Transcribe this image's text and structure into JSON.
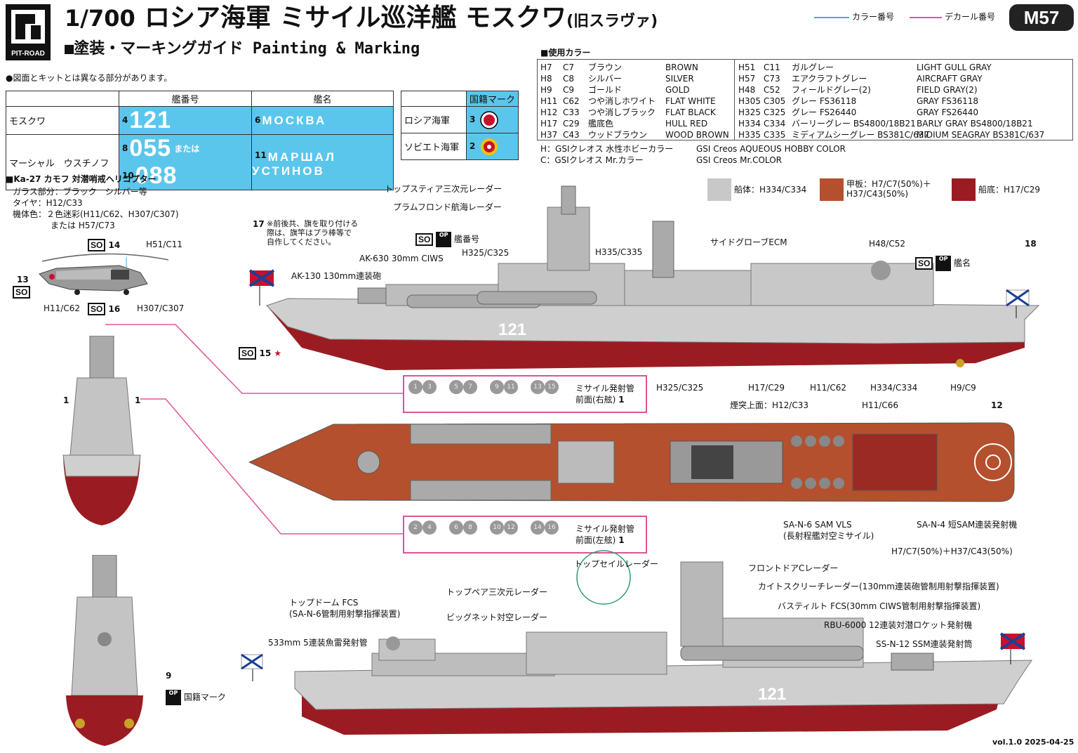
{
  "brand": {
    "logo_text": "PIT-ROAD",
    "logo_mark": "PIT"
  },
  "header": {
    "scale": "1/700",
    "title": "ロシア海軍 ミサイル巡洋艦 モスクワ",
    "title_sub": "(旧スラヴァ)",
    "guide": "■塗装・マーキングガイド Painting & Marking",
    "note": "●図面とキットとは異なる部分があります。",
    "model_code": "M57",
    "legend_color_label": "カラー番号",
    "legend_decal_label": "デカール番号",
    "legend_color_hex": "#3aaee0",
    "legend_decal_hex": "#e0559b"
  },
  "hull_table": {
    "col_ship": "艦番号",
    "col_name": "艦名",
    "rows": [
      {
        "label": "モスクワ",
        "num_idx": "4",
        "num": "121",
        "or": "",
        "num2_idx": "",
        "num2": "",
        "name_idx": "6",
        "name": "МОСКВА"
      },
      {
        "label": "マーシャル　ウスチノフ",
        "num_idx": "8",
        "num": "055",
        "or": "または",
        "num2_idx": "10",
        "num2": "088",
        "name_idx": "11",
        "name": "МАРШАЛ　УСТИНОВ"
      }
    ]
  },
  "nation_table": {
    "header": "国籍マーク",
    "rows": [
      {
        "label": "ロシア海軍",
        "idx": "3"
      },
      {
        "label": "ソビエト海軍",
        "idx": "2"
      }
    ]
  },
  "colors": {
    "heading": "■使用カラー",
    "left": [
      [
        "H7",
        "C7",
        "ブラウン",
        "BROWN"
      ],
      [
        "H8",
        "C8",
        "シルバー",
        "SILVER"
      ],
      [
        "H9",
        "C9",
        "ゴールド",
        "GOLD"
      ],
      [
        "H11",
        "C62",
        "つや消しホワイト",
        "FLAT WHITE"
      ],
      [
        "H12",
        "C33",
        "つや消しブラック",
        "FLAT BLACK"
      ],
      [
        "H17",
        "C29",
        "艦底色",
        "HULL RED"
      ],
      [
        "H37",
        "C43",
        "ウッドブラウン",
        "WOOD BROWN"
      ]
    ],
    "right": [
      [
        "H51",
        "C11",
        "ガルグレー",
        "LIGHT GULL GRAY"
      ],
      [
        "H57",
        "C73",
        "エアクラフトグレー",
        "AIRCRAFT GRAY"
      ],
      [
        "H48",
        "C52",
        "フィールドグレー(2)",
        "FIELD GRAY(2)"
      ],
      [
        "H305",
        "C305",
        "グレー FS36118",
        "GRAY FS36118"
      ],
      [
        "H325",
        "C325",
        "グレー FS26440",
        "GRAY FS26440"
      ],
      [
        "H334",
        "C334",
        "バーリーグレー BS4800/18B21",
        "BARLY GRAY BS4800/18B21"
      ],
      [
        "H335",
        "C335",
        "ミディアムシーグレー BS381C/637",
        "MIDIUM SEAGRAY BS381C/637"
      ]
    ],
    "foot_h_jp": "H：GSIクレオス 水性ホビーカラー",
    "foot_h_en": "GSI Creos AQUEOUS HOBBY COLOR",
    "foot_c_jp": "C：GSIクレオス Mr.カラー",
    "foot_c_en": "GSI Creos Mr.COLOR"
  },
  "paint_legend": {
    "hull": "船体：H334/C334",
    "deck": "甲板：H7/C7(50%)＋\nH37/C43(50%)",
    "bottom": "船底：H17/C29",
    "hull_hex": "#c8c8c8",
    "deck_hex": "#b4502e",
    "bottom_hex": "#9a1c22"
  },
  "helicopter": {
    "title": "■Ka-27 カモフ 対潜哨戒ヘリコプター",
    "glass": "ガラス部分：ブラック　シルバー等",
    "tire": "タイヤ：H12/C33",
    "body": "機体色：２色迷彩(H11/C62、H307/C307)",
    "body2": "または H57/C73",
    "callouts": {
      "rotor": "H51/C11",
      "left": "H11/C62",
      "right": "H307/C307",
      "n13": "13",
      "n14": "14",
      "n16": "16"
    }
  },
  "side_view_callouts": {
    "top_steer": "トップスティア三次元レーダー",
    "palm_frond": "プラムフロンド航海レーダー",
    "flag_note": "※前後共、旗を取り付ける\n際は、旗竿はプラ棒等で\n自作してください。",
    "n17": "17",
    "n18": "18",
    "hull_num": "艦番号",
    "ak630": "AK-630 30mm CIWS",
    "ak130": "AK-130 130mm連装砲",
    "h325_a": "H325/C325",
    "h335": "H335/C335",
    "side_globe": "サイドグローブECM",
    "h48": "H48/C52",
    "ship_name": "艦名",
    "n15": "15",
    "h325_b": "H325/C325",
    "h17": "H17/C29",
    "h11": "H11/C62",
    "h334": "H334/C334",
    "h9": "H9/C9",
    "side_number": "121"
  },
  "top_view_callouts": {
    "funnel": "煙突上面：H12/C33",
    "h11_c66": "H11/C66",
    "n12": "12",
    "sam_vls": "SA-N-6 SAM VLS",
    "sam_vls2": "(長射程艦対空ミサイル)",
    "sa_n4": "SA-N-4 短SAM連装発射機",
    "deck_mix": "H7/C7(50%)＋H37/C43(50%)"
  },
  "tubes": {
    "right_label": "ミサイル発射管",
    "right_sub": "前面(右舷)",
    "left_label": "ミサイル発射管",
    "left_sub": "前面(左舷)",
    "one": "1",
    "right_nums": [
      "1",
      "3",
      "5",
      "7",
      "9",
      "11",
      "13",
      "15"
    ],
    "left_nums": [
      "2",
      "4",
      "6",
      "8",
      "10",
      "12",
      "14",
      "16"
    ]
  },
  "front_views": {
    "n1a": "1",
    "n1b": "1",
    "n9": "9",
    "national_mark": "国籍マーク"
  },
  "bottom_view_callouts": {
    "top_sail": "トップセイルレーダー",
    "top_pair": "トップペア三次元レーダー",
    "big_net": "ビッグネット対空レーダー",
    "top_dome": "トップドーム FCS",
    "top_dome2": "(SA-N-6管制用射撃指揮装置)",
    "torpedo": "533mm 5連装魚雷発射管",
    "front_door": "フロントドアCレーダー",
    "kite_screech": "カイトスクリーチレーダー(130mm連装砲管制用射撃指揮装置)",
    "bass_tilt": "バスティルト FCS(30mm CIWS管制用射撃指揮装置)",
    "rbu": "RBU-6000 12連装対潜ロケット発射機",
    "ssm": "SS-N-12 SSM連装発射筒",
    "side_number": "121"
  },
  "version": "vol.1.0  2025-04-25"
}
